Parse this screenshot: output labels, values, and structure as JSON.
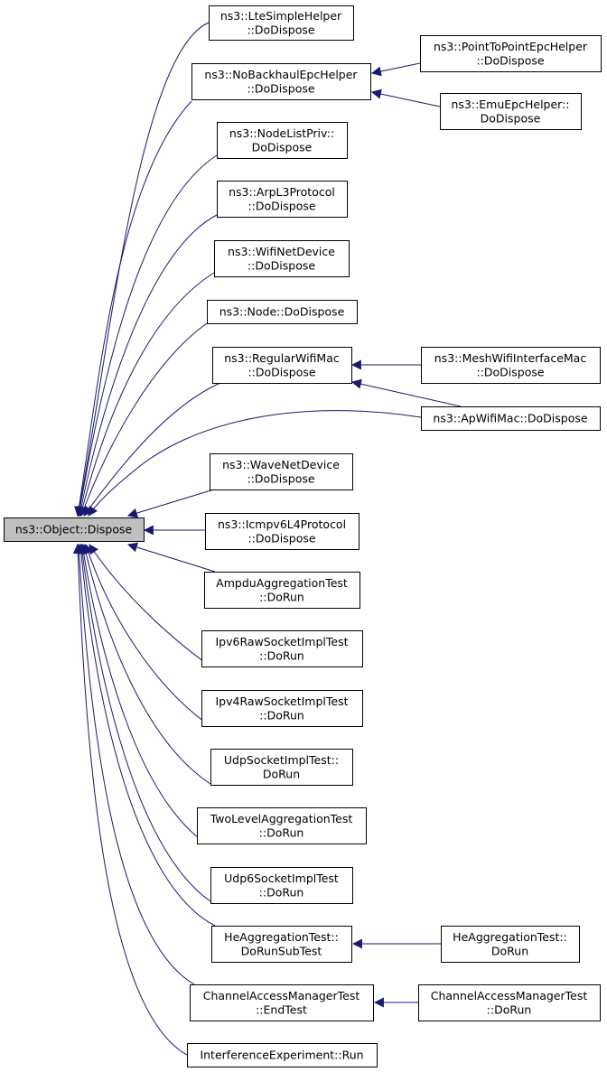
{
  "root": {
    "id": "dispose",
    "lines": [
      "ns3::Object::Dispose"
    ]
  },
  "nodes": [
    {
      "id": "lte",
      "lines": [
        "ns3::LteSimpleHelper",
        "::DoDispose"
      ]
    },
    {
      "id": "nobackhaul",
      "lines": [
        "ns3::NoBackhaulEpcHelper",
        "::DoDispose"
      ]
    },
    {
      "id": "p2pepc",
      "lines": [
        "ns3::PointToPointEpcHelper",
        "::DoDispose"
      ]
    },
    {
      "id": "emuepc",
      "lines": [
        "ns3::EmuEpcHelper::",
        "DoDispose"
      ]
    },
    {
      "id": "nodelistpriv",
      "lines": [
        "ns3::NodeListPriv::",
        "DoDispose"
      ]
    },
    {
      "id": "arpl3",
      "lines": [
        "ns3::ArpL3Protocol",
        "::DoDispose"
      ]
    },
    {
      "id": "wifinetdevice",
      "lines": [
        "ns3::WifiNetDevice",
        "::DoDispose"
      ]
    },
    {
      "id": "node",
      "lines": [
        "ns3::Node::DoDispose"
      ]
    },
    {
      "id": "regularwifimac",
      "lines": [
        "ns3::RegularWifiMac",
        "::DoDispose"
      ]
    },
    {
      "id": "meshwifi",
      "lines": [
        "ns3::MeshWifiInterfaceMac",
        "::DoDispose"
      ]
    },
    {
      "id": "apwifimac",
      "lines": [
        "ns3::ApWifiMac::DoDispose"
      ]
    },
    {
      "id": "wavenetdevice",
      "lines": [
        "ns3::WaveNetDevice",
        "::DoDispose"
      ]
    },
    {
      "id": "icmpv6l4",
      "lines": [
        "ns3::Icmpv6L4Protocol",
        "::DoDispose"
      ]
    },
    {
      "id": "ampdu",
      "lines": [
        "AmpduAggregationTest",
        "::DoRun"
      ]
    },
    {
      "id": "ipv6raw",
      "lines": [
        "Ipv6RawSocketImplTest",
        "::DoRun"
      ]
    },
    {
      "id": "ipv4raw",
      "lines": [
        "Ipv4RawSocketImplTest",
        "::DoRun"
      ]
    },
    {
      "id": "udpsocket",
      "lines": [
        "UdpSocketImplTest::",
        "DoRun"
      ]
    },
    {
      "id": "twolevel",
      "lines": [
        "TwoLevelAggregationTest",
        "::DoRun"
      ]
    },
    {
      "id": "udp6socket",
      "lines": [
        "Udp6SocketImplTest",
        "::DoRun"
      ]
    },
    {
      "id": "heaggsub",
      "lines": [
        "HeAggregationTest::",
        "DoRunSubTest"
      ]
    },
    {
      "id": "heaggrun",
      "lines": [
        "HeAggregationTest::",
        "DoRun"
      ]
    },
    {
      "id": "chanendtest",
      "lines": [
        "ChannelAccessManagerTest",
        "::EndTest"
      ]
    },
    {
      "id": "chandorun",
      "lines": [
        "ChannelAccessManagerTest",
        "::DoRun"
      ]
    },
    {
      "id": "interference",
      "lines": [
        "InterferenceExperiment::Run"
      ]
    }
  ],
  "edges": [
    {
      "from": "lte",
      "to": "dispose"
    },
    {
      "from": "nobackhaul",
      "to": "dispose"
    },
    {
      "from": "p2pepc",
      "to": "nobackhaul"
    },
    {
      "from": "emuepc",
      "to": "nobackhaul"
    },
    {
      "from": "nodelistpriv",
      "to": "dispose"
    },
    {
      "from": "arpl3",
      "to": "dispose"
    },
    {
      "from": "wifinetdevice",
      "to": "dispose"
    },
    {
      "from": "node",
      "to": "dispose"
    },
    {
      "from": "regularwifimac",
      "to": "dispose"
    },
    {
      "from": "meshwifi",
      "to": "regularwifimac"
    },
    {
      "from": "apwifimac",
      "to": "regularwifimac"
    },
    {
      "from": "apwifimac",
      "to": "dispose"
    },
    {
      "from": "wavenetdevice",
      "to": "dispose"
    },
    {
      "from": "icmpv6l4",
      "to": "dispose"
    },
    {
      "from": "ampdu",
      "to": "dispose"
    },
    {
      "from": "ipv6raw",
      "to": "dispose"
    },
    {
      "from": "ipv4raw",
      "to": "dispose"
    },
    {
      "from": "udpsocket",
      "to": "dispose"
    },
    {
      "from": "twolevel",
      "to": "dispose"
    },
    {
      "from": "udp6socket",
      "to": "dispose"
    },
    {
      "from": "heaggsub",
      "to": "dispose"
    },
    {
      "from": "heaggrun",
      "to": "heaggsub"
    },
    {
      "from": "chanendtest",
      "to": "dispose"
    },
    {
      "from": "chandorun",
      "to": "chanendtest"
    },
    {
      "from": "interference",
      "to": "dispose"
    }
  ],
  "colors": {
    "edge": "#191970",
    "root_fill": "#bfbfbf",
    "node_fill": "#ffffff",
    "border": "#000000"
  }
}
